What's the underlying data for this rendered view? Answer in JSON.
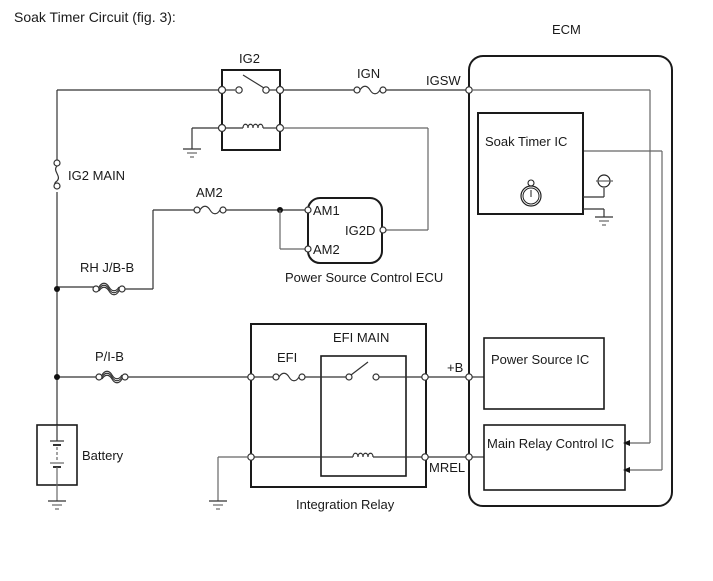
{
  "title": "Soak Timer Circuit (fig. 3):",
  "components": {
    "ecm": {
      "label": "ECM"
    },
    "ig2_relay": {
      "label": "IG2"
    },
    "ign_fuse": {
      "label": "IGN"
    },
    "ig2_main_fuse": {
      "label": "IG2 MAIN"
    },
    "am2_fuse": {
      "label": "AM2"
    },
    "rh_jb_b_fuse": {
      "label": "RH J/B-B"
    },
    "p_i_b_fuse": {
      "label": "P/I-B"
    },
    "battery": {
      "label": "Battery"
    },
    "power_source_control_ecu": {
      "label": "Power Source Control ECU",
      "pins": {
        "am1": "AM1",
        "am2": "AM2",
        "ig2d": "IG2D"
      }
    },
    "integration_relay": {
      "label": "Integration Relay",
      "efi_main_label": "EFI MAIN",
      "efi_fuse_label": "EFI"
    },
    "soak_timer_ic": {
      "label": "Soak Timer IC"
    },
    "power_source_ic": {
      "label": "Power Source IC"
    },
    "main_relay_control_ic": {
      "label": "Main Relay Control IC"
    }
  },
  "ecm_pins": {
    "igsw": "IGSW",
    "plus_b": "+B",
    "mrel": "MREL"
  }
}
